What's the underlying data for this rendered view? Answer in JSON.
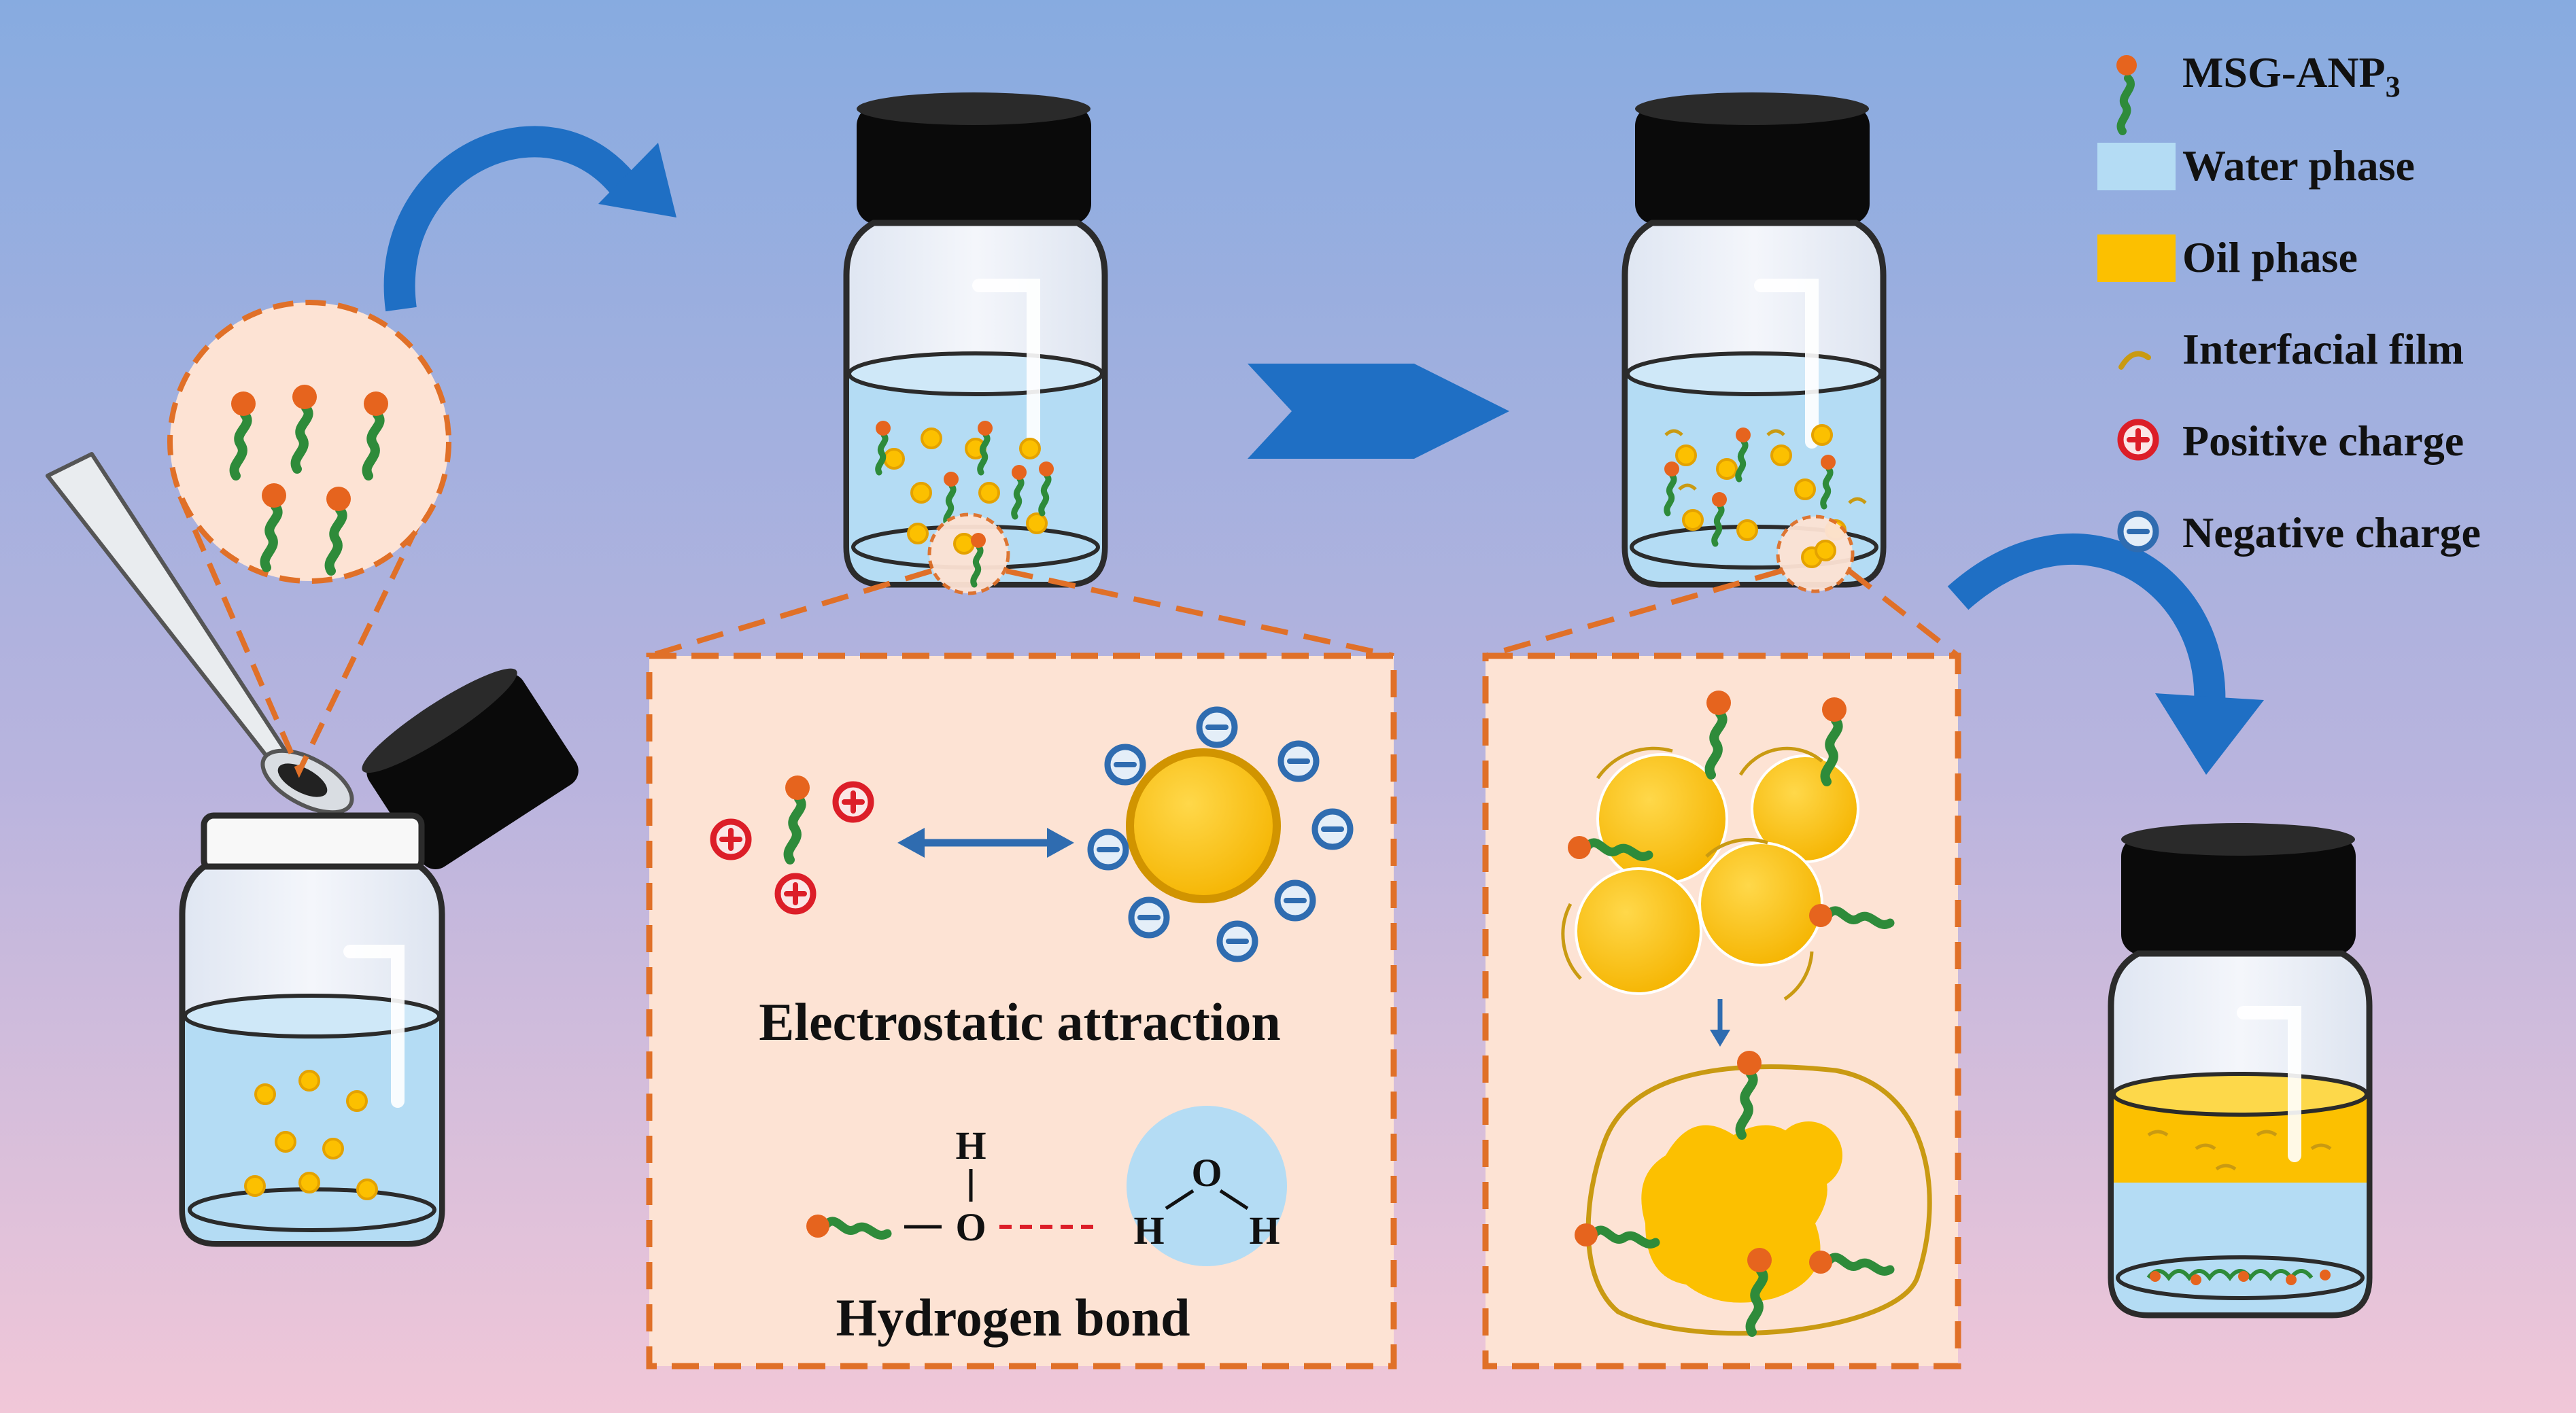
{
  "legend": {
    "items": [
      {
        "label": "MSG-ANP",
        "sub": "3"
      },
      {
        "label": "Water phase"
      },
      {
        "label": "Oil phase"
      },
      {
        "label": "Interfacial film"
      },
      {
        "label": "Positive charge"
      },
      {
        "label": "Negative charge"
      }
    ]
  },
  "panels": {
    "electrostatic_label": "Electrostatic attraction",
    "hydrogen_label": "Hydrogen bond",
    "atom_h": "H",
    "atom_o": "O"
  },
  "colors": {
    "background_top": "#8aaee0",
    "background_bottom": "#f0c6d6",
    "water": "#b4dcf4",
    "oil": "#fcc000",
    "molecule_tail": "#2e8b3a",
    "molecule_head": "#e6641e",
    "positive": "#dc1e28",
    "negative": "#2f6cb0",
    "arrow": "#1f6fc4",
    "panel_border": "#e07028",
    "panel_fill": "#fde3d4",
    "cap": "#0a0a0a"
  }
}
